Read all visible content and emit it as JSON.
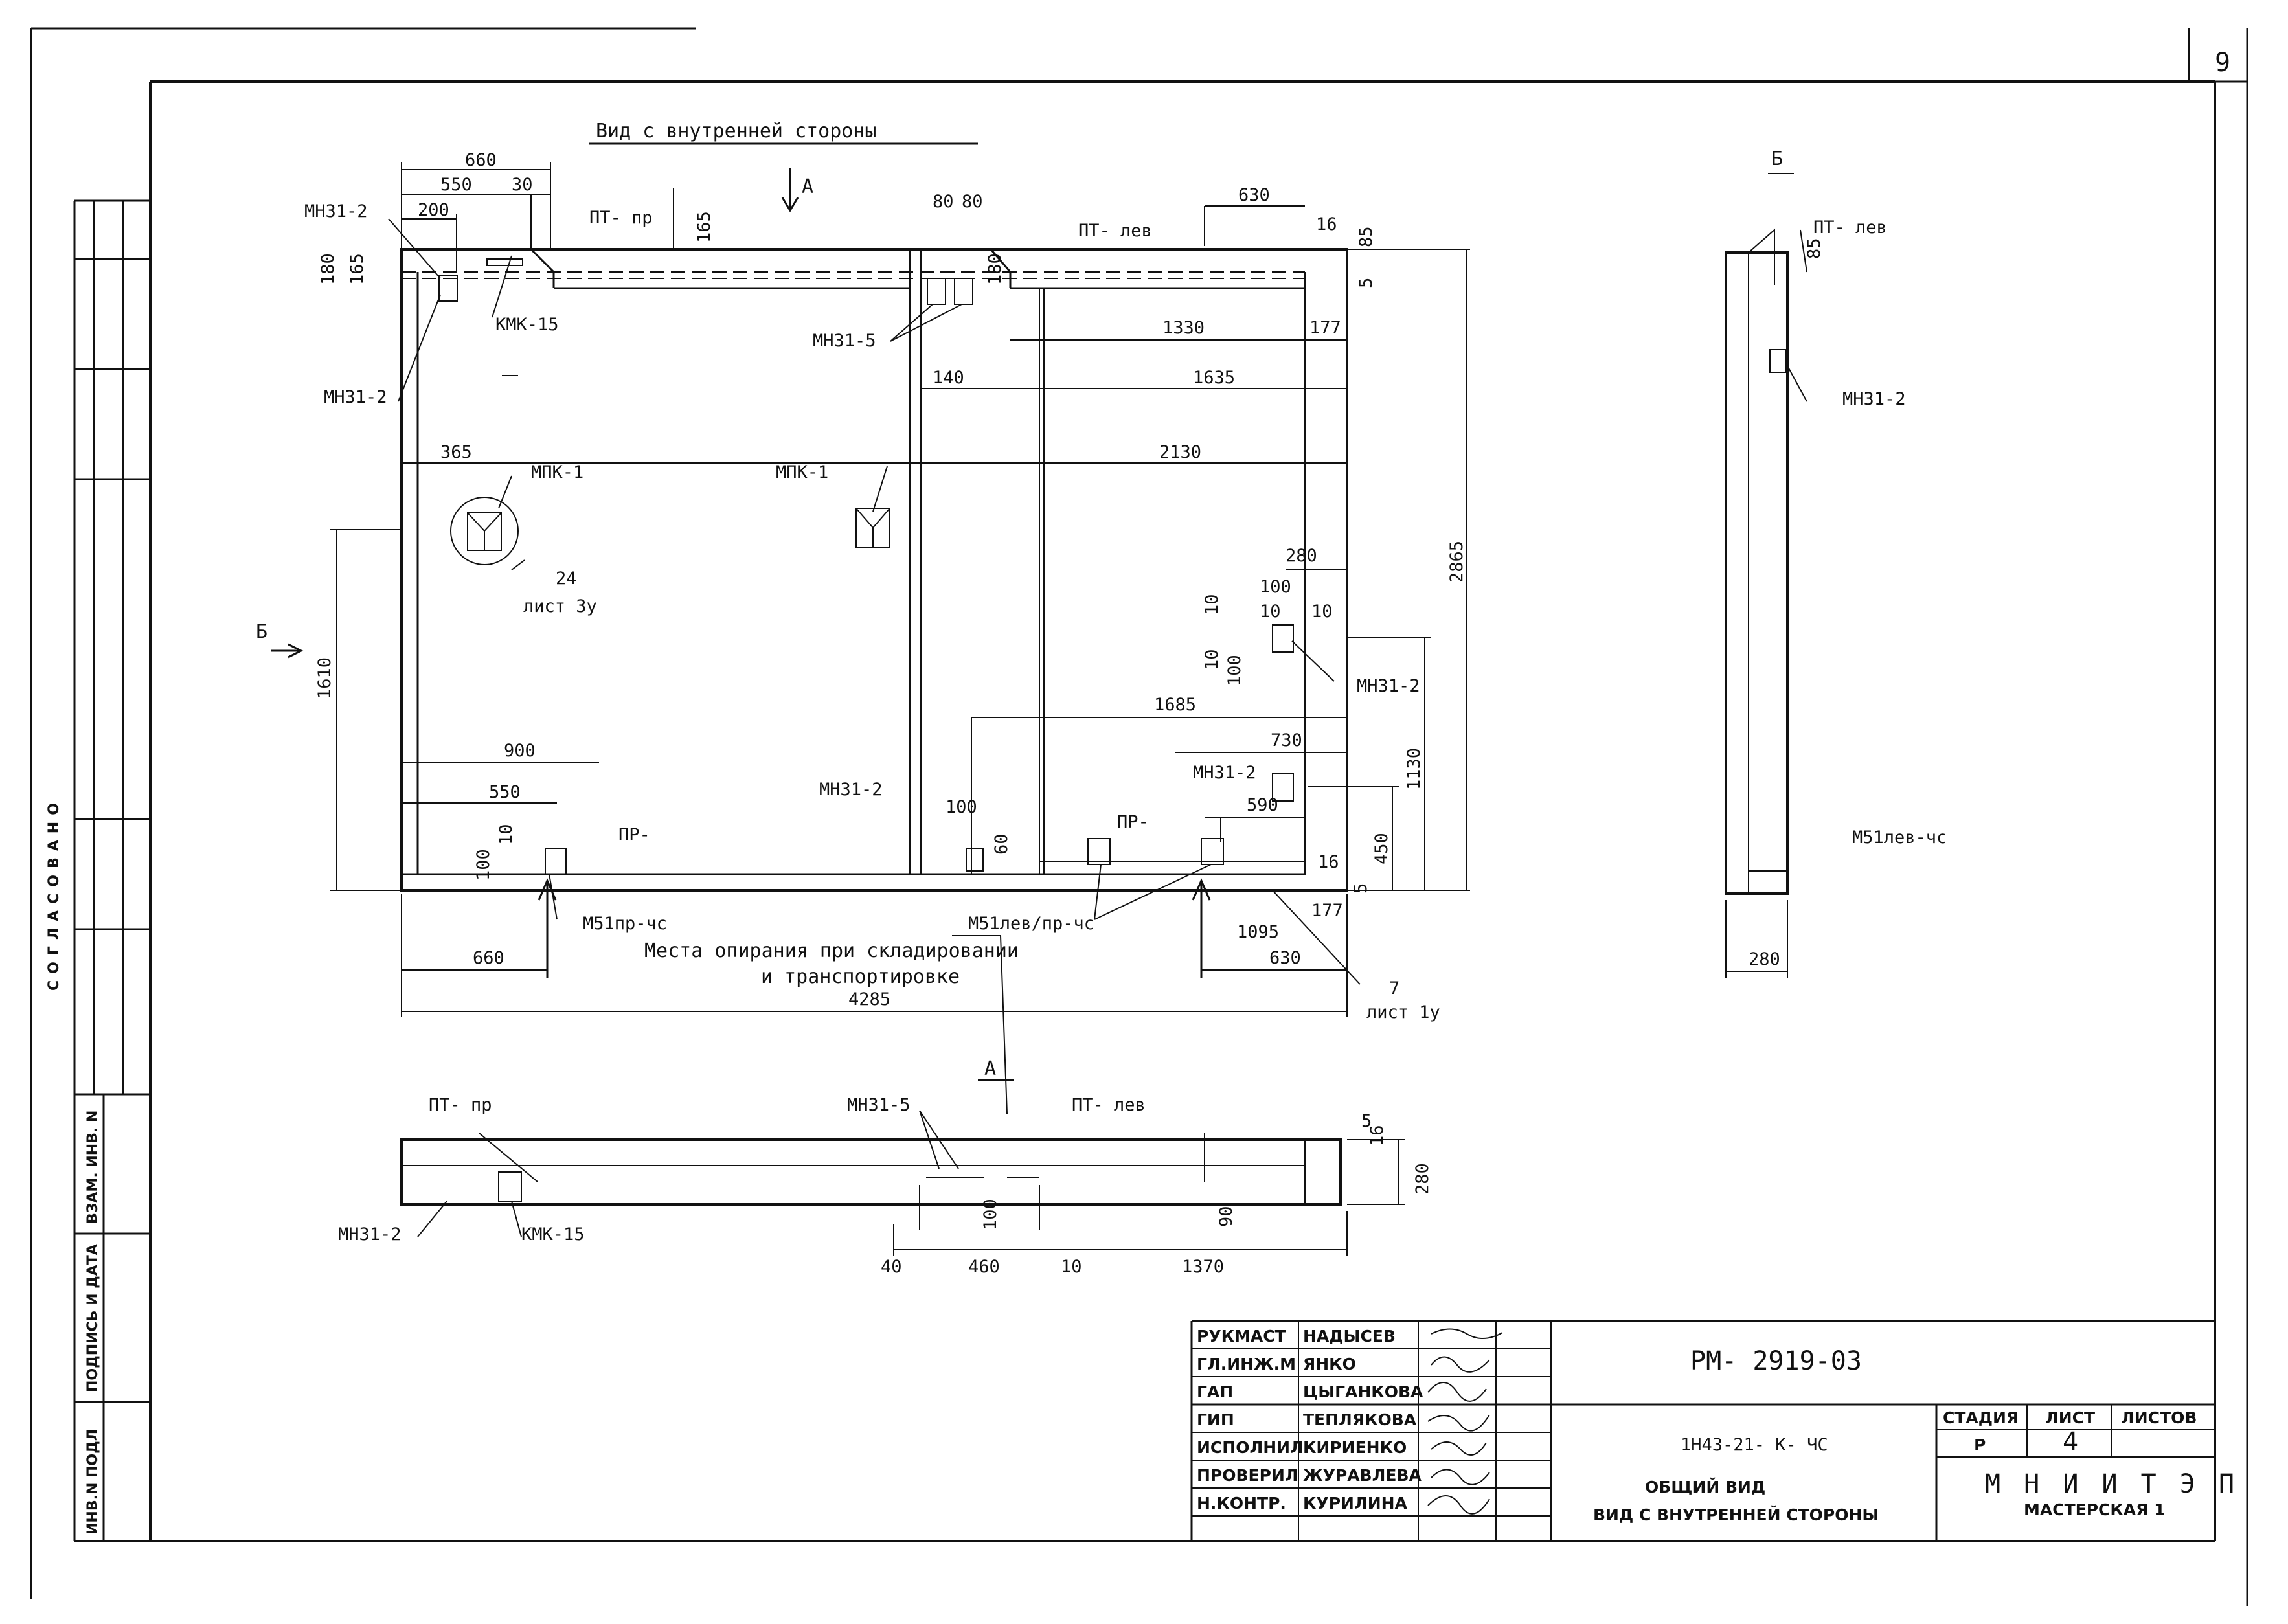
{
  "page_number": "9",
  "views": {
    "main_title": "Вид с внутренней стороны",
    "section_a": "А",
    "section_b": "Б"
  },
  "labels": {
    "mn31_2": "МН31-2",
    "mn31_5": "МН31-5",
    "kmk15": "КМК-15",
    "mpk1": "МПК-1",
    "pt_pr": "ПТ- пр",
    "pt_lev": "ПТ- лев",
    "pr": "ПР-",
    "m51_pr": "М51пр-чс",
    "m51_levpr": "М51лев/пр-чс",
    "m51_lev": "М51лев-чс",
    "support_note_1": "Места опирания при складировании",
    "support_note_2": "и транспортировке",
    "ref24": "24",
    "ref24_sheet": "лист 3у",
    "ref7": "7",
    "ref7_sheet": "лист 1у"
  },
  "dims": {
    "d660": "660",
    "d550": "550",
    "d30": "30",
    "d200": "200",
    "d180": "180",
    "d165": "165",
    "d80": "80",
    "d630": "630",
    "d16": "16",
    "d85": "85",
    "d5": "5",
    "d1330": "1330",
    "d177": "177",
    "d140": "140",
    "d1635": "1635",
    "d2130": "2130",
    "d365": "365",
    "d280": "280",
    "d100": "100",
    "d10": "10",
    "d2865": "2865",
    "d1610": "1610",
    "d1685": "1685",
    "d730": "730",
    "d1130": "1130",
    "d900": "900",
    "d590": "590",
    "d450": "450",
    "d60": "60",
    "d1095": "1095",
    "d4285": "4285",
    "d40": "40",
    "d460": "460",
    "d1370": "1370",
    "d90": "90",
    "d550b": "550"
  },
  "left_strip": {
    "agreed": "СОГЛАСОВАНО",
    "vzam": "ВЗАМ. ИНВ. N",
    "podpis": "ПОДПИСЬ И ДАТА",
    "inv": "ИНВ.N ПОДЛ"
  },
  "title_block": {
    "doc_code": "РМ- 2919-03",
    "designation": "1Н43-21- К- ЧС",
    "title_1": "ОБЩИЙ ВИД",
    "title_2": "ВИД С ВНУТРЕННЕЙ СТОРОНЫ",
    "stage_hdr": "СТАДИЯ",
    "sheet_hdr": "ЛИСТ",
    "sheets_hdr": "ЛИСТОВ",
    "stage": "Р",
    "sheet": "4",
    "org_1": "М Н И И Т Э П",
    "org_2": "МАСТЕРСКАЯ 1",
    "roles": [
      "РУКМАСТ",
      "ГЛ.ИНЖ.М",
      "ГАП",
      "ГИП",
      "ИСПОЛНИЛ",
      "ПРОВЕРИЛ",
      "Н.КОНТР."
    ],
    "names": [
      "НАДЫСЕВ",
      "ЯНКО",
      "ЦЫГАНКОВА",
      "ТЕПЛЯКОВА",
      "КИРИЕНКО",
      "ЖУРАВЛЕВА",
      "КУРИЛИНА"
    ]
  }
}
